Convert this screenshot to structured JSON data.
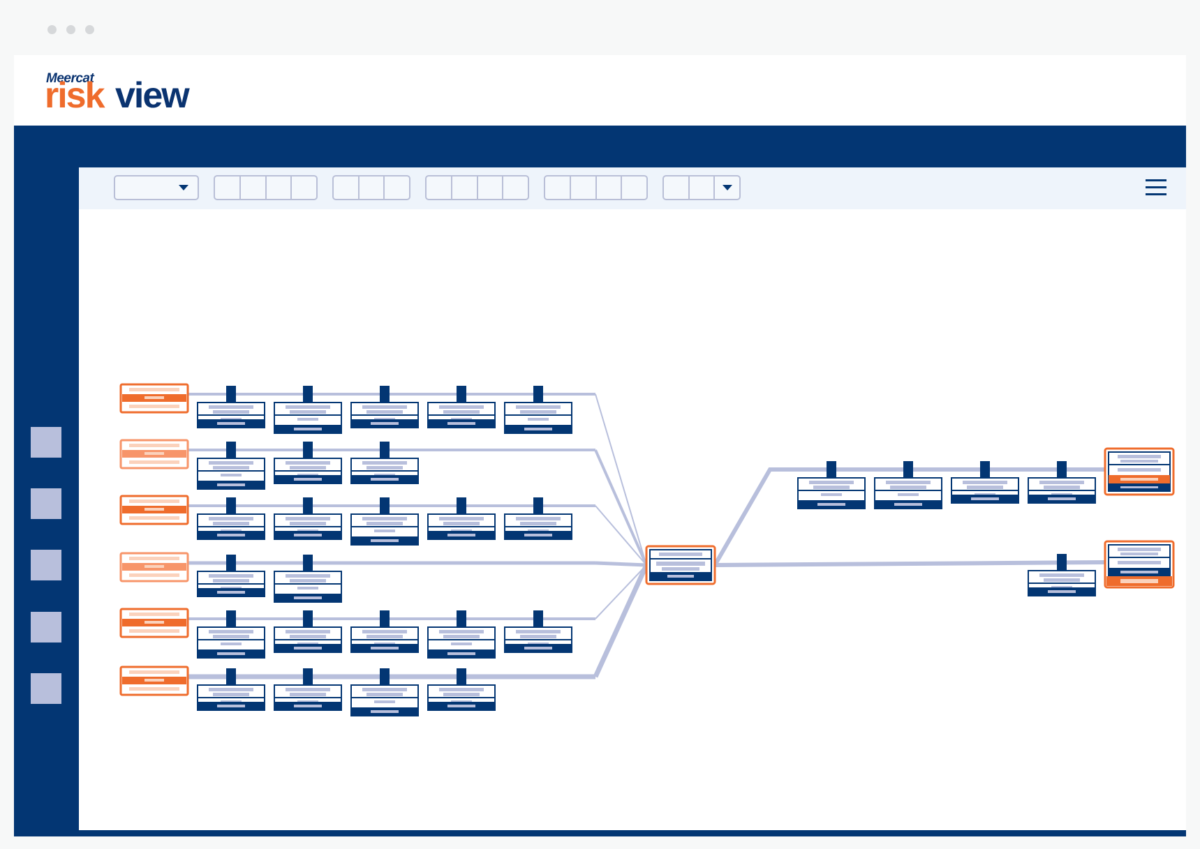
{
  "app": {
    "brand_top": "Meercat",
    "brand_risk": "risk",
    "brand_view": "view"
  },
  "colors": {
    "navy": "#033673",
    "orange": "#ef6c2c",
    "light_orange": "#fbd2bc",
    "mid_orange": "#f7956a",
    "lavender": "#b8bfdc",
    "toolbar_bg": "#eef4fb"
  },
  "toolbar": {
    "groups": [
      {
        "type": "dropdown"
      },
      {
        "type": "segmented",
        "cells": 4
      },
      {
        "type": "segmented",
        "cells": 3
      },
      {
        "type": "segmented",
        "cells": 4
      },
      {
        "type": "segmented",
        "cells": 4
      },
      {
        "type": "split-dropdown"
      }
    ],
    "menu_icon": "hamburger-menu-icon"
  },
  "sidebar": {
    "buttons": 5
  },
  "diagram": {
    "source_rows": [
      {
        "style": "orange",
        "blocks": 5
      },
      {
        "style": "light",
        "blocks": 3
      },
      {
        "style": "orange",
        "blocks": 5
      },
      {
        "style": "light",
        "blocks": 2
      },
      {
        "style": "orange",
        "blocks": 5
      },
      {
        "style": "orange",
        "blocks": 4
      }
    ],
    "hub": {
      "style": "hub"
    },
    "outcomes": [
      {
        "blocks": 4,
        "style": "orange-top"
      },
      {
        "blocks": 1,
        "style": "orange-bottom"
      }
    ]
  }
}
